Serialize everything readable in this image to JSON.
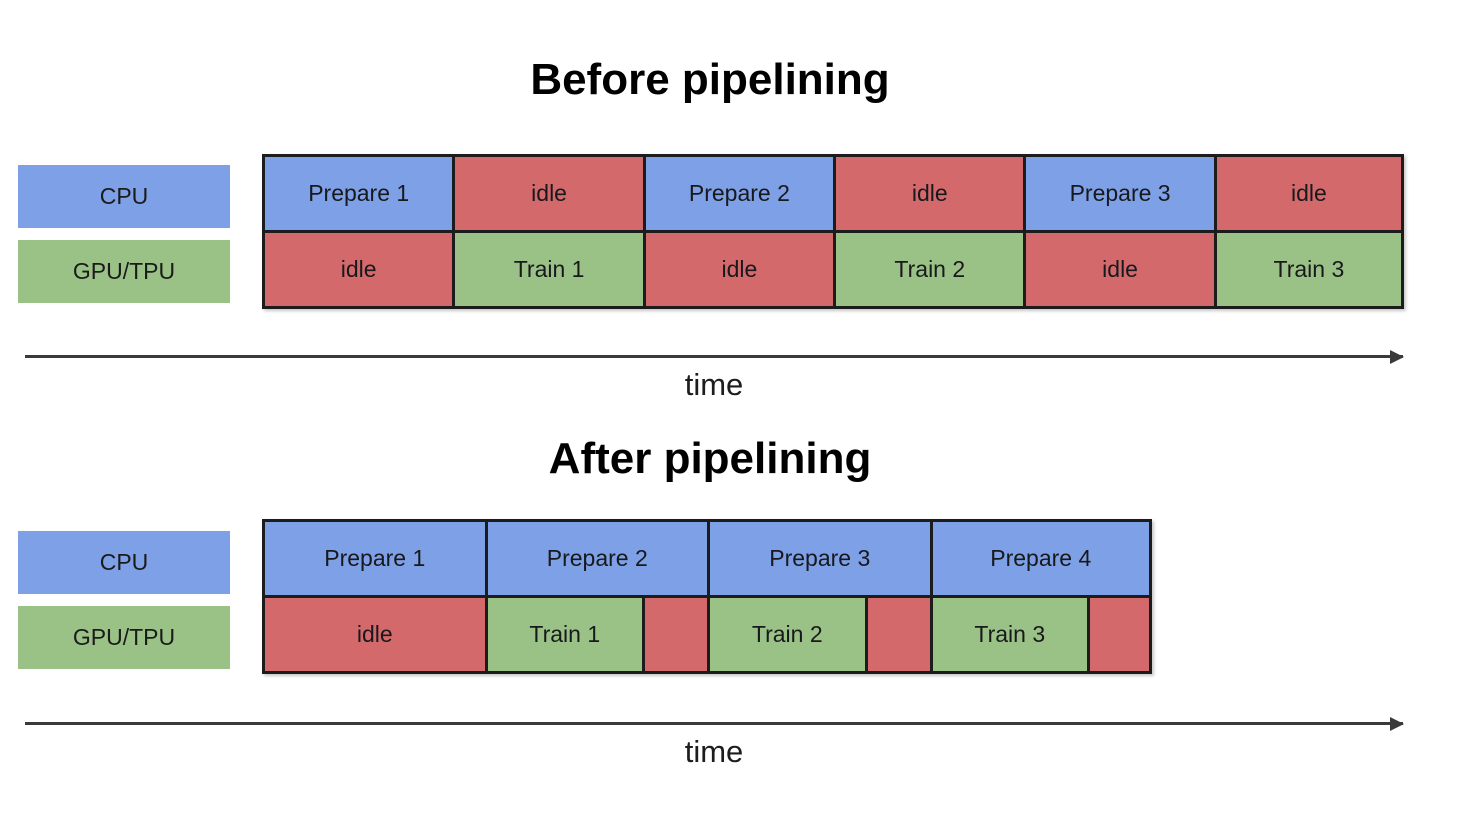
{
  "colors": {
    "cpu_blue": "#7ea0e6",
    "idle_red": "#d4696c",
    "gpu_green": "#9bc286",
    "border": "#1c1c1c",
    "axis": "#3a3a3a",
    "background": "#ffffff"
  },
  "sections": [
    {
      "id": "before",
      "title": "Before pipelining",
      "legend": [
        {
          "label": "CPU",
          "color": "#7ea0e6"
        },
        {
          "label": "GPU/TPU",
          "color": "#9bc286"
        }
      ],
      "axis_label": "time",
      "rows": [
        {
          "resource": "CPU",
          "cells": [
            {
              "label": "Prepare 1",
              "kind": "busy",
              "color": "#7ea0e6",
              "start": 0,
              "width": 190.4
            },
            {
              "label": "idle",
              "kind": "idle",
              "color": "#d4696c",
              "start": 190.4,
              "width": 190.4
            },
            {
              "label": "Prepare 2",
              "kind": "busy",
              "color": "#7ea0e6",
              "start": 380.7,
              "width": 190.4
            },
            {
              "label": "idle",
              "kind": "idle",
              "color": "#d4696c",
              "start": 571.1,
              "width": 190.4
            },
            {
              "label": "Prepare 3",
              "kind": "busy",
              "color": "#7ea0e6",
              "start": 761.4,
              "width": 190.4
            },
            {
              "label": "idle",
              "kind": "idle",
              "color": "#d4696c",
              "start": 951.8,
              "width": 190.4
            }
          ]
        },
        {
          "resource": "GPU/TPU",
          "cells": [
            {
              "label": "idle",
              "kind": "idle",
              "color": "#d4696c",
              "start": 0,
              "width": 190.4
            },
            {
              "label": "Train 1",
              "kind": "busy",
              "color": "#9bc286",
              "start": 190.4,
              "width": 190.4
            },
            {
              "label": "idle",
              "kind": "idle",
              "color": "#d4696c",
              "start": 380.7,
              "width": 190.4
            },
            {
              "label": "Train 2",
              "kind": "busy",
              "color": "#9bc286",
              "start": 571.1,
              "width": 190.4
            },
            {
              "label": "idle",
              "kind": "idle",
              "color": "#d4696c",
              "start": 761.4,
              "width": 190.4
            },
            {
              "label": "Train 3",
              "kind": "busy",
              "color": "#9bc286",
              "start": 951.8,
              "width": 190.4
            }
          ]
        }
      ]
    },
    {
      "id": "after",
      "title": "After pipelining",
      "legend": [
        {
          "label": "CPU",
          "color": "#7ea0e6"
        },
        {
          "label": "GPU/TPU",
          "color": "#9bc286"
        }
      ],
      "axis_label": "time",
      "rows": [
        {
          "resource": "CPU",
          "cells": [
            {
              "label": "Prepare 1",
              "kind": "busy",
              "color": "#7ea0e6",
              "start": 0,
              "width": 222.5
            },
            {
              "label": "Prepare 2",
              "kind": "busy",
              "color": "#7ea0e6",
              "start": 222.5,
              "width": 222.5
            },
            {
              "label": "Prepare 3",
              "kind": "busy",
              "color": "#7ea0e6",
              "start": 445,
              "width": 222.5
            },
            {
              "label": "Prepare 4",
              "kind": "busy",
              "color": "#7ea0e6",
              "start": 667.5,
              "width": 222.5
            }
          ]
        },
        {
          "resource": "GPU/TPU",
          "cells": [
            {
              "label": "idle",
              "kind": "idle",
              "color": "#d4696c",
              "start": 0,
              "width": 222.5
            },
            {
              "label": "Train 1",
              "kind": "busy",
              "color": "#9bc286",
              "start": 222.5,
              "width": 157.5
            },
            {
              "label": "",
              "kind": "idle",
              "color": "#d4696c",
              "start": 380,
              "width": 65
            },
            {
              "label": "Train 2",
              "kind": "busy",
              "color": "#9bc286",
              "start": 445,
              "width": 157.5
            },
            {
              "label": "",
              "kind": "idle",
              "color": "#d4696c",
              "start": 602.5,
              "width": 65
            },
            {
              "label": "Train 3",
              "kind": "busy",
              "color": "#9bc286",
              "start": 667.5,
              "width": 157.5
            },
            {
              "label": "",
              "kind": "idle",
              "color": "#d4696c",
              "start": 825,
              "width": 65
            }
          ]
        }
      ]
    }
  ]
}
